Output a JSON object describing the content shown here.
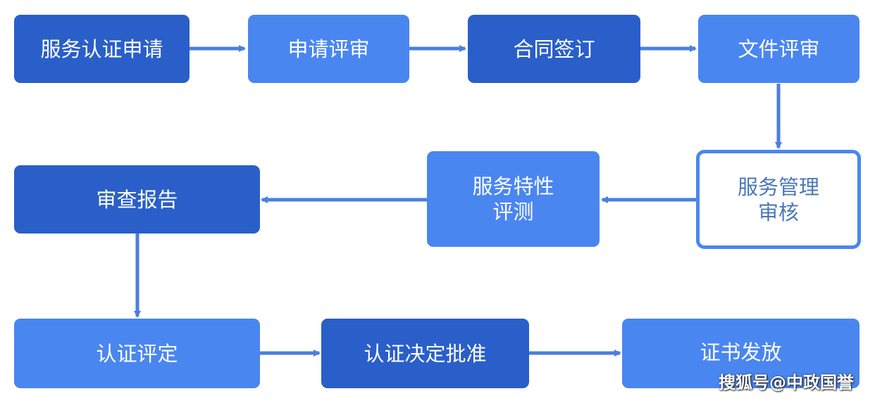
{
  "colors": {
    "dark": "#2a5fc9",
    "light": "#4a86f0",
    "arrow": "#4a7fe0"
  },
  "steps": [
    {
      "id": "s1",
      "label": "服务认证申请"
    },
    {
      "id": "s2",
      "label": "申请评审"
    },
    {
      "id": "s3",
      "label": "合同签订"
    },
    {
      "id": "s4",
      "label": "文件评审"
    },
    {
      "id": "s5",
      "label": "服务管理\n审核"
    },
    {
      "id": "s6",
      "label": "服务特性\n评测"
    },
    {
      "id": "s7",
      "label": "审查报告"
    },
    {
      "id": "s8",
      "label": "认证评定"
    },
    {
      "id": "s9",
      "label": "认证决定批准"
    },
    {
      "id": "s10",
      "label": "证书发放"
    }
  ],
  "watermark": "搜狐号@中政国誉"
}
